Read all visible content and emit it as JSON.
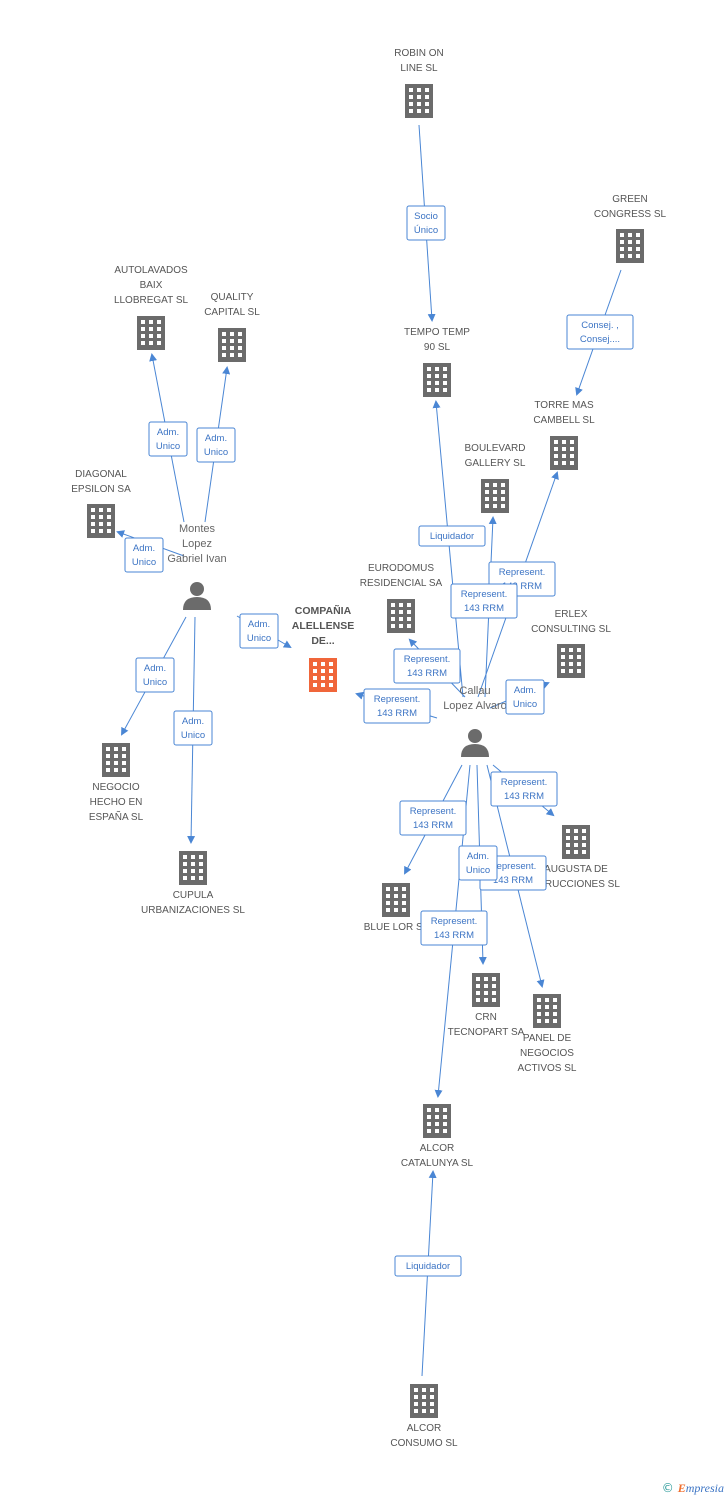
{
  "colors": {
    "edge": "#4a86d4",
    "building": "#6b6b6b",
    "main_building": "#f0663a",
    "person": "#6b6b6b"
  },
  "nodes": [
    {
      "id": "robin",
      "type": "company",
      "label": [
        "ROBIN ON",
        "LINE SL"
      ]
    },
    {
      "id": "green",
      "type": "company",
      "label": [
        "GREEN",
        "CONGRESS SL"
      ]
    },
    {
      "id": "autolavados",
      "type": "company",
      "label": [
        "AUTOLAVADOS",
        "BAIX",
        "LLOBREGAT SL"
      ]
    },
    {
      "id": "quality",
      "type": "company",
      "label": [
        "QUALITY",
        "CAPITAL SL"
      ]
    },
    {
      "id": "tempo",
      "type": "company",
      "label": [
        "TEMPO TEMP",
        "90 SL"
      ]
    },
    {
      "id": "torre",
      "type": "company",
      "label": [
        "TORRE MAS",
        "CAMBELL SL"
      ]
    },
    {
      "id": "boulevard",
      "type": "company",
      "label": [
        "BOULEVARD",
        "GALLERY SL"
      ]
    },
    {
      "id": "diagonal",
      "type": "company",
      "label": [
        "DIAGONAL",
        "EPSILON SA"
      ]
    },
    {
      "id": "eurodomus",
      "type": "company",
      "label": [
        "EURODOMUS",
        "RESIDENCIAL SA"
      ]
    },
    {
      "id": "erlex",
      "type": "company",
      "label": [
        "ERLEX",
        "CONSULTING SL"
      ]
    },
    {
      "id": "main",
      "type": "main",
      "label": [
        "COMPAÑIA",
        "ALELLENSE",
        "DE..."
      ]
    },
    {
      "id": "montes",
      "type": "person",
      "label": [
        "Montes",
        "Lopez",
        "Gabriel Ivan"
      ]
    },
    {
      "id": "callau",
      "type": "person",
      "label": [
        "Callau",
        "Lopez Alvaro"
      ]
    },
    {
      "id": "negocio",
      "type": "company",
      "label": [
        "NEGOCIO",
        "HECHO EN",
        "ESPAÑA SL"
      ]
    },
    {
      "id": "cupula",
      "type": "company",
      "label": [
        "CUPULA",
        "URBANIZACIONES SL"
      ]
    },
    {
      "id": "augusta",
      "type": "company",
      "label": [
        "AUGUSTA DE",
        "STRUCCIONES SL"
      ]
    },
    {
      "id": "bluelor",
      "type": "company",
      "label": [
        "BLUE LOR SL"
      ]
    },
    {
      "id": "crn",
      "type": "company",
      "label": [
        "CRN",
        "TECNOPART SA"
      ]
    },
    {
      "id": "panel",
      "type": "company",
      "label": [
        "PANEL DE",
        "NEGOCIOS",
        "ACTIVOS SL"
      ]
    },
    {
      "id": "alcor_cat",
      "type": "company",
      "label": [
        "ALCOR",
        "CATALUNYA SL"
      ]
    },
    {
      "id": "alcor_con",
      "type": "company",
      "label": [
        "ALCOR",
        "CONSUMO SL"
      ]
    }
  ],
  "edges": [
    {
      "id": "e-robin-tempo",
      "label": [
        "Socio",
        "Único"
      ]
    },
    {
      "id": "e-green-torre",
      "label": [
        "Consej. ,",
        "Consej...."
      ]
    },
    {
      "id": "e-montes-autolavados",
      "label": [
        "Adm.",
        "Unico"
      ]
    },
    {
      "id": "e-montes-quality",
      "label": [
        "Adm.",
        "Unico"
      ]
    },
    {
      "id": "e-montes-diagonal",
      "label": [
        "Adm.",
        "Unico"
      ]
    },
    {
      "id": "e-montes-main",
      "label": [
        "Adm.",
        "Unico"
      ]
    },
    {
      "id": "e-montes-negocio",
      "label": [
        "Adm.",
        "Unico"
      ]
    },
    {
      "id": "e-montes-cupula",
      "label": [
        "Adm.",
        "Unico"
      ]
    },
    {
      "id": "e-callau-tempo",
      "label": [
        "Liquidador"
      ]
    },
    {
      "id": "e-callau-torre",
      "label": [
        "Represent.",
        "143 RRM"
      ]
    },
    {
      "id": "e-callau-boulevard",
      "label": [
        "Represent.",
        "143 RRM"
      ]
    },
    {
      "id": "e-callau-eurodomus",
      "label": [
        "Represent.",
        "143 RRM"
      ]
    },
    {
      "id": "e-callau-main",
      "label": [
        "Represent.",
        "143 RRM"
      ]
    },
    {
      "id": "e-callau-erlex",
      "label": [
        "Adm.",
        "Unico"
      ]
    },
    {
      "id": "e-callau-augusta",
      "label": [
        "Represent.",
        "143 RRM"
      ]
    },
    {
      "id": "e-callau-bluelor",
      "label": [
        "Represent.",
        "143 RRM"
      ]
    },
    {
      "id": "e-callau-panel",
      "label": [
        "Represent.",
        "143 RRM"
      ]
    },
    {
      "id": "e-callau-crn",
      "label": [
        "Adm.",
        "Unico"
      ]
    },
    {
      "id": "e-callau-alcorcat",
      "label": [
        "Represent.",
        "143 RRM"
      ]
    },
    {
      "id": "e-alcorcon-alcorcat",
      "label": [
        "Liquidador"
      ]
    }
  ],
  "footer": {
    "copyright": "©",
    "brand_initial": "E",
    "brand_rest": "mpresia"
  }
}
